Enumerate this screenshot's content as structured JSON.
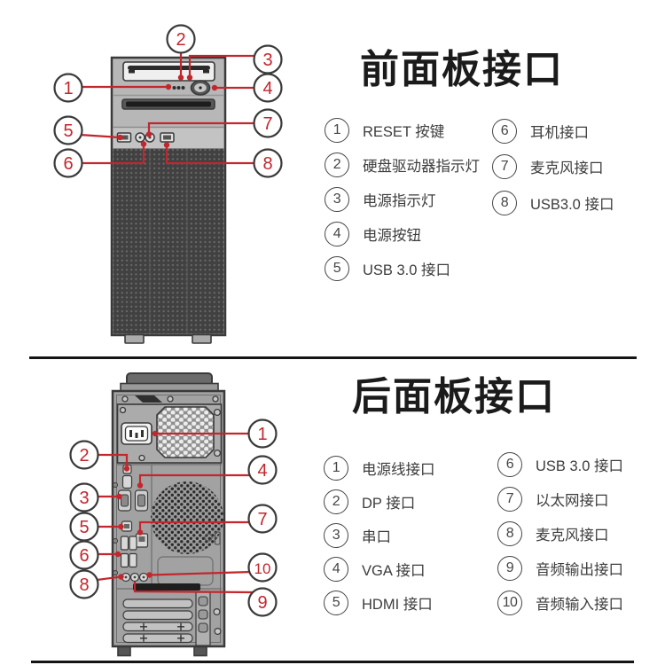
{
  "page": {
    "accent_red": "#c1272d",
    "ink": "#3a3a3a",
    "background": "#ffffff"
  },
  "front_panel": {
    "title": "前面板接口",
    "callout_numbers": [
      "1",
      "2",
      "3",
      "4",
      "5",
      "6",
      "7",
      "8"
    ],
    "legend": [
      {
        "num": "1",
        "label": "RESET 按键"
      },
      {
        "num": "2",
        "label": "硬盘驱动器指示灯"
      },
      {
        "num": "3",
        "label": "电源指示灯"
      },
      {
        "num": "4",
        "label": "电源按钮"
      },
      {
        "num": "5",
        "label": "USB 3.0 接口"
      },
      {
        "num": "6",
        "label": "耳机接口"
      },
      {
        "num": "7",
        "label": "麦克风接口"
      },
      {
        "num": "8",
        "label": "USB3.0 接口"
      }
    ]
  },
  "rear_panel": {
    "title": "后面板接口",
    "callout_numbers": [
      "1",
      "2",
      "3",
      "4",
      "5",
      "6",
      "7",
      "8",
      "9",
      "10"
    ],
    "legend": [
      {
        "num": "1",
        "label": "电源线接口"
      },
      {
        "num": "2",
        "label": "DP 接口"
      },
      {
        "num": "3",
        "label": "串口"
      },
      {
        "num": "4",
        "label": "VGA 接口"
      },
      {
        "num": "5",
        "label": "HDMI 接口"
      },
      {
        "num": "6",
        "label": "USB 3.0 接口"
      },
      {
        "num": "7",
        "label": "以太网接口"
      },
      {
        "num": "8",
        "label": "麦克风接口"
      },
      {
        "num": "9",
        "label": "音频输出接口"
      },
      {
        "num": "10",
        "label": "音频输入接口"
      }
    ]
  }
}
